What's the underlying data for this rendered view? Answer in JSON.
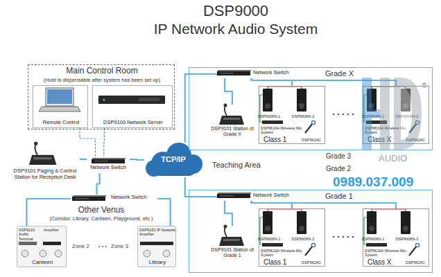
{
  "diagram": {
    "title": "DSP9000",
    "nodes": [
      {
        "text": [
          "Main Control Room",
          "(Host is dispensable after system has been set up)"
        ]
      },
      {
        "text": [
          "Remote Control"
        ],
        "in": 0
      },
      {
        "text": [
          "DSP9100 Network Server"
        ],
        "in": 0
      },
      {
        "text": [
          "DSP9101 Paging & Control Station for Reception Desk"
        ]
      },
      {
        "text": [
          "Network Switch"
        ]
      },
      {
        "text": [
          "Network Switch"
        ]
      },
      {
        "text": [
          "DSP9110 Audio Terminal",
          "Amplifier",
          "Canteen"
        ]
      },
      {
        "text": [
          "DSP9151 IP Network Amplifier",
          "Library"
        ]
      },
      {
        "text": [
          "TCP/IP"
        ]
      },
      {
        "text": [
          "Grade X"
        ]
      },
      {
        "text": [
          "Network Switch"
        ],
        "in": 9
      },
      {
        "text": [
          "DSP9101 Station of Grade X"
        ],
        "in": 9
      },
      {
        "text": [
          "DSP9606N-1",
          "DSP9606N-2",
          "DSP9616A Wireless Mic System",
          "Class 1",
          "DSP9624C"
        ],
        "in": 9
      },
      {
        "text": [
          "DSP9606N-1",
          "DSP9606N-2",
          "DSP9616A Wireless Mic System",
          "Class X",
          "DSP9624C"
        ],
        "in": 9
      },
      {
        "text": [
          "Grade 1"
        ]
      },
      {
        "text": [
          "Network Switch"
        ],
        "in": 14
      },
      {
        "text": [
          "DSP9101 Station of Grade 1"
        ],
        "in": 14
      },
      {
        "text": [
          "DSP9606N-1",
          "DSP9606N-2",
          "DSP9616A Wireless Mic System",
          "Class 1",
          "DSP9624C"
        ],
        "in": 14
      },
      {
        "text": [
          "DSP9606N-1",
          "DSP9606N-2",
          "DSP9616A Wireless Mic System",
          "Class X",
          "DSP9624C"
        ],
        "in": 14
      }
    ],
    "edges": [
      {
        "from": 1,
        "to": 4,
        "arrow": "none"
      },
      {
        "from": 2,
        "to": 4,
        "arrow": "none"
      },
      {
        "from": 3,
        "to": 4,
        "arrow": "none"
      },
      {
        "from": 4,
        "to": 5,
        "arrow": "none"
      },
      {
        "from": 5,
        "to": 6,
        "arrow": "none"
      },
      {
        "from": 5,
        "to": 7,
        "arrow": "none"
      },
      {
        "from": 4,
        "to": 8,
        "arrow": "none"
      },
      {
        "from": 8,
        "to": 10,
        "arrow": "none"
      },
      {
        "from": 8,
        "to": 15,
        "arrow": "none"
      },
      {
        "from": 10,
        "to": 11,
        "arrow": "none"
      },
      {
        "from": 10,
        "to": 12,
        "arrow": "none"
      },
      {
        "from": 10,
        "to": 13,
        "arrow": "none"
      },
      {
        "from": 15,
        "to": 16,
        "arrow": "none"
      },
      {
        "from": 15,
        "to": 17,
        "arrow": "none"
      },
      {
        "from": 15,
        "to": 18,
        "arrow": "none"
      }
    ],
    "labels": [
      "IP Network Audio System",
      "Other Venus",
      "(Corridor, Library, Canteen, Playground, etc.)",
      "Zone 2",
      "Zone 3",
      "Teaching Area",
      "Grade 3",
      "Grade 2",
      "AUDIO",
      "0989.037.009",
      "®"
    ]
  }
}
